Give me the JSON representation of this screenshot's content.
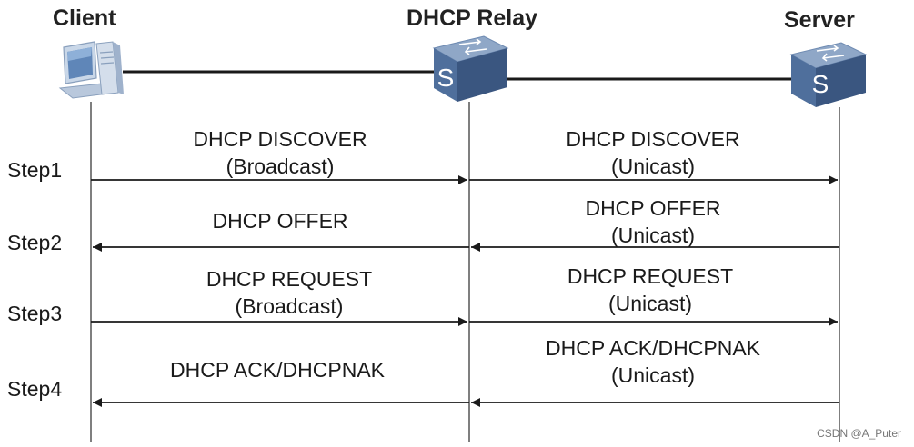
{
  "nodes": {
    "client": "Client",
    "relay": "DHCP Relay",
    "server": "Server"
  },
  "steps": [
    "Step1",
    "Step2",
    "Step3",
    "Step4"
  ],
  "messages": {
    "step1_client_relay": {
      "name": "DHCP DISCOVER",
      "mode": "(Broadcast)"
    },
    "step1_relay_server": {
      "name": "DHCP DISCOVER",
      "mode": "(Unicast)"
    },
    "step2_relay_client": {
      "name": "DHCP OFFER",
      "mode": ""
    },
    "step2_server_relay": {
      "name": "DHCP OFFER",
      "mode": "(Unicast)"
    },
    "step3_client_relay": {
      "name": "DHCP REQUEST",
      "mode": "(Broadcast)"
    },
    "step3_relay_server": {
      "name": "DHCP REQUEST",
      "mode": "(Unicast)"
    },
    "step4_relay_client": {
      "name": "DHCP ACK/DHCPNAK",
      "mode": ""
    },
    "step4_server_relay": {
      "name": "DHCP ACK/DHCPNAK",
      "mode": "(Unicast)"
    }
  },
  "icons": {
    "client": "computer-icon",
    "relay": "switch-icon",
    "server": "switch-icon"
  },
  "colors": {
    "switch_top": "#8fa7c7",
    "switch_front": "#4f6f9c",
    "switch_side": "#3a5680",
    "lines": "#1a1a1a"
  },
  "watermark": "CSDN @A_Puter"
}
